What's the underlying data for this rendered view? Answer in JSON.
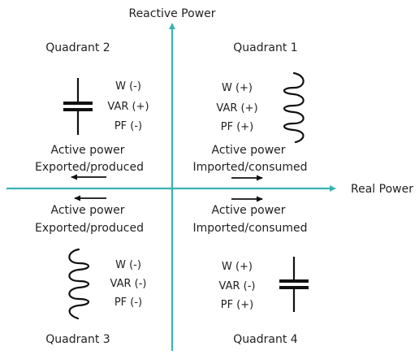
{
  "axes": {
    "vertical_label": "Reactive Power",
    "horizontal_label": "Real Power",
    "color": "#3ab2b2"
  },
  "quadrants": {
    "q1": {
      "title": "Quadrant 1",
      "lines": [
        "W (+)",
        "VAR (+)",
        "PF (+)"
      ],
      "active_power": [
        "Active power",
        "Imported/consumed"
      ],
      "component": "inductor",
      "arrow_direction": "right"
    },
    "q2": {
      "title": "Quadrant 2",
      "lines": [
        "W (-)",
        "VAR (+)",
        "PF (-)"
      ],
      "active_power": [
        "Active power",
        "Exported/produced"
      ],
      "component": "capacitor",
      "arrow_direction": "left"
    },
    "q3": {
      "title": "Quadrant 3",
      "lines": [
        "W (-)",
        "VAR (-)",
        "PF (-)"
      ],
      "active_power": [
        "Active power",
        "Exported/produced"
      ],
      "component": "inductor",
      "arrow_direction": "left"
    },
    "q4": {
      "title": "Quadrant 4",
      "lines": [
        "W (+)",
        "VAR (-)",
        "PF (+)"
      ],
      "active_power": [
        "Active power",
        "Imported/consumed"
      ],
      "component": "capacitor",
      "arrow_direction": "right"
    }
  }
}
